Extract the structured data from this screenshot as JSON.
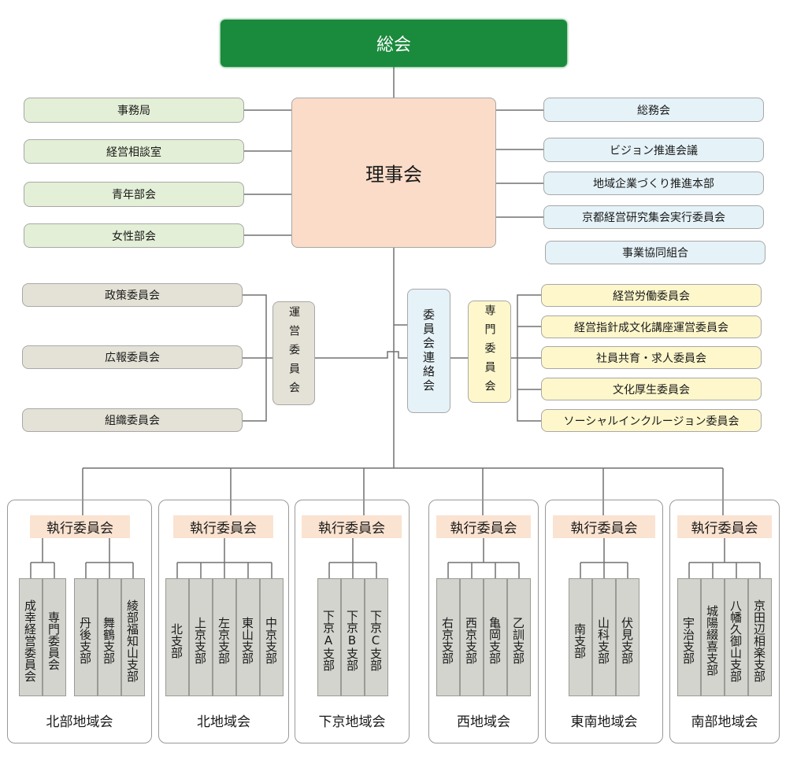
{
  "top": {
    "general_meeting": "総会",
    "board": "理事会"
  },
  "left_board_items": [
    "事務局",
    "経営相談室",
    "青年部会",
    "女性部会"
  ],
  "right_board_items": [
    "総務会",
    "ビジョン推進会議",
    "地域企業づくり推進本部",
    "京都経営研究集会実行委員会",
    "事業協同組合"
  ],
  "management_committee": {
    "name": "運営委員会",
    "members": [
      "政策委員会",
      "広報委員会",
      "組織委員会"
    ]
  },
  "liaison_committee": "委員会連絡会",
  "special_committee": {
    "name": "専門委員会",
    "members": [
      "経営労働委員会",
      "経営指針成文化講座運営委員会",
      "社員共育・求人委員会",
      "文化厚生委員会",
      "ソーシャルインクルージョン委員会"
    ]
  },
  "colors": {
    "green": "#1a8a3c",
    "board": "#fbdcc8",
    "exec": "#fbe3d1"
  },
  "regions": [
    {
      "name": "北部地域会",
      "exec": "執行委員会",
      "groups": [
        [
          "成幸経営委員会",
          "専門委員会"
        ],
        [
          "丹後支部",
          "舞鶴支部",
          "綾部福知山支部"
        ]
      ]
    },
    {
      "name": "北地域会",
      "exec": "執行委員会",
      "groups": [
        [
          "北支部",
          "上京支部",
          "左京支部",
          "東山支部",
          "中京支部"
        ]
      ]
    },
    {
      "name": "下京地域会",
      "exec": "執行委員会",
      "groups": [
        [
          "下京A支部",
          "下京B支部",
          "下京C支部"
        ]
      ]
    },
    {
      "name": "西地域会",
      "exec": "執行委員会",
      "groups": [
        [
          "右京支部",
          "西京支部",
          "亀岡支部",
          "乙訓支部"
        ]
      ]
    },
    {
      "name": "東南地域会",
      "exec": "執行委員会",
      "groups": [
        [
          "南支部",
          "山科支部",
          "伏見支部"
        ]
      ]
    },
    {
      "name": "南部地域会",
      "exec": "執行委員会",
      "groups": [
        [
          "宇治支部",
          "城陽綴喜支部",
          "八幡久御山支部",
          "京田辺相楽支部"
        ]
      ]
    }
  ]
}
